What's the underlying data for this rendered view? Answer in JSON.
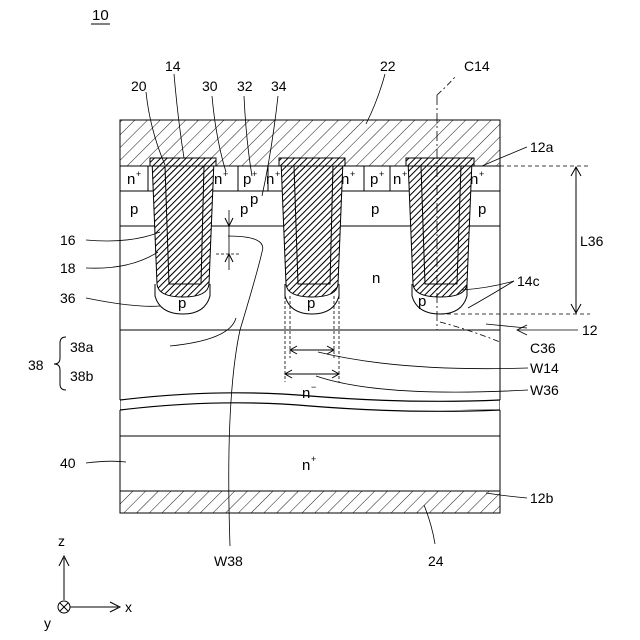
{
  "figure_number": "10",
  "axes": {
    "z": "z",
    "x": "x",
    "y": "y"
  },
  "labels": {
    "l14": "14",
    "l20": "20",
    "l30": "30",
    "l32": "32",
    "l34": "34",
    "l22": "22",
    "lC14": "C14",
    "l12a": "12a",
    "l16": "16",
    "l18": "18",
    "lL36": "L36",
    "l36": "36",
    "l14c": "14c",
    "l12": "12",
    "lC36": "C36",
    "l38": "38",
    "l38a": "38a",
    "l38b": "38b",
    "lW14": "W14",
    "lW36": "W36",
    "l40": "40",
    "l12b": "12b",
    "lW38": "W38",
    "l24": "24"
  },
  "regions": {
    "n": "n",
    "p": "p",
    "plus": "+",
    "minus": "−"
  }
}
